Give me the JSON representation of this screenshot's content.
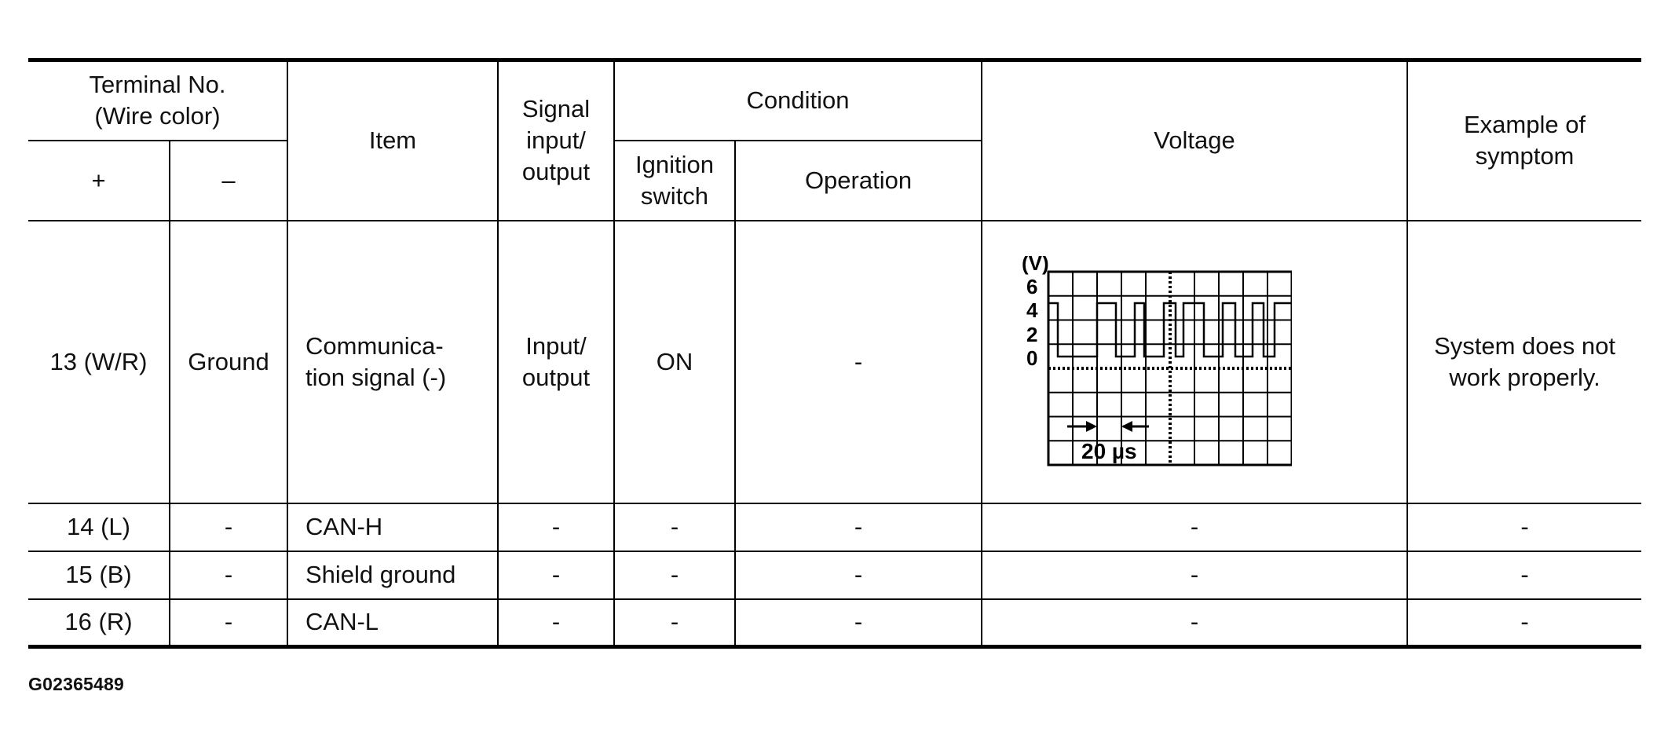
{
  "header": {
    "terminal_no": "Terminal No.",
    "wire_color": "(Wire color)",
    "plus": "+",
    "minus": "–",
    "item": "Item",
    "signal_io_line1": "Signal",
    "signal_io_line2": "input/",
    "signal_io_line3": "output",
    "condition": "Condition",
    "ignition_line1": "Ignition",
    "ignition_line2": "switch",
    "operation": "Operation",
    "voltage": "Voltage",
    "symptom_line1": "Example of",
    "symptom_line2": "symptom"
  },
  "row_main": {
    "terminal_plus": "13 (W/R)",
    "terminal_minus": "Ground",
    "item_line1": "Communica-",
    "item_line2": "tion signal (-)",
    "io_line1": "Input/",
    "io_line2": "output",
    "ignition": "ON",
    "operation": "-",
    "symptom_line1": "System does not",
    "symptom_line2": "work properly.",
    "waveform": {
      "unit_label": "(V)",
      "y_ticks": [
        "6",
        "4",
        "2",
        "0"
      ],
      "time_label": "20 µs"
    }
  },
  "rows": [
    {
      "plus": "14 (L)",
      "minus": "-",
      "item": "CAN-H",
      "io": "-",
      "ignition": "-",
      "operation": "-",
      "voltage": "-",
      "symptom": "-"
    },
    {
      "plus": "15 (B)",
      "minus": "-",
      "item": "Shield ground",
      "io": "-",
      "ignition": "-",
      "operation": "-",
      "voltage": "-",
      "symptom": "-"
    },
    {
      "plus": "16 (R)",
      "minus": "-",
      "item": "CAN-L",
      "io": "-",
      "ignition": "-",
      "operation": "-",
      "voltage": "-",
      "symptom": "-"
    }
  ],
  "figure_code": "G02365489"
}
